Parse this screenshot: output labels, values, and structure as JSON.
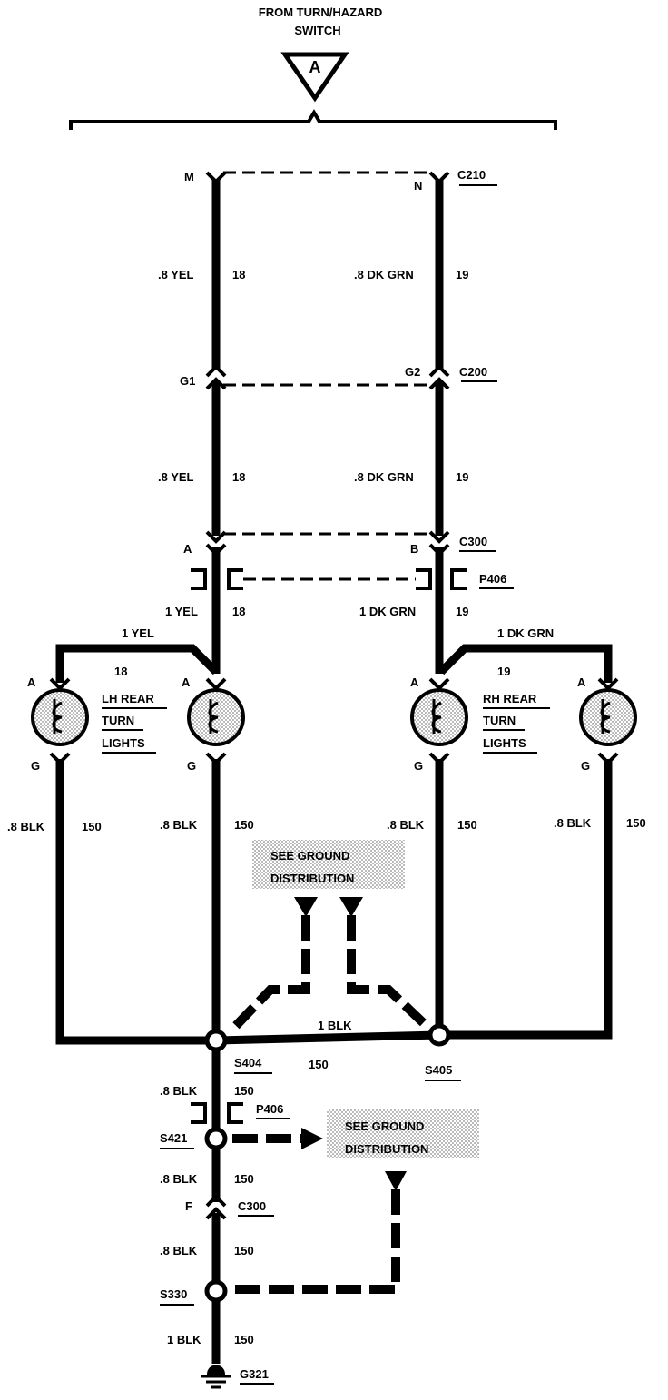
{
  "header": {
    "line1": "FROM TURN/HAZARD",
    "line2": "SWITCH",
    "triangle": "A"
  },
  "connectors": {
    "m": "M",
    "n": "N",
    "c210": "C210",
    "g1": "G1",
    "g2": "G2",
    "c200": "C200",
    "a": "A",
    "b": "B",
    "c300_top": "C300",
    "p406_top": "P406"
  },
  "wires": {
    "yel_a": ".8 YEL",
    "yel_a_num": "18",
    "grn_a": ".8 DK GRN",
    "grn_a_num": "19",
    "yel_b": ".8 YEL",
    "yel_b_num": "18",
    "grn_b": ".8 DK GRN",
    "grn_b_num": "19",
    "yel_c": "1 YEL",
    "yel_c_num": "18",
    "grn_c": "1 DK GRN",
    "grn_c_num": "19",
    "yel_branch": "1 YEL",
    "yel_branch_num": "18",
    "grn_branch": "1 DK GRN",
    "grn_branch_num": "19",
    "blk1": ".8 BLK",
    "blk1_num": "150",
    "blk2": ".8 BLK",
    "blk2_num": "150",
    "blk3": ".8 BLK",
    "blk3_num": "150",
    "blk4": ".8 BLK",
    "blk4_num": "150",
    "blk_mid": "1 BLK",
    "s404_num": "150",
    "blk5": ".8 BLK",
    "blk5_num": "150",
    "blk6": ".8 BLK",
    "blk6_num": "150",
    "blk7": ".8 BLK",
    "blk7_num": "150",
    "blk8": "1 BLK",
    "blk8_num": "150"
  },
  "lamps": {
    "pin_a": "A",
    "pin_g": "G",
    "lh_line1": "LH REAR",
    "lh_line2": "TURN",
    "lh_line3": "LIGHTS",
    "rh_line1": "RH REAR",
    "rh_line2": "TURN",
    "rh_line3": "LIGHTS"
  },
  "splices": {
    "s404": "S404",
    "s405": "S405",
    "p406_low": "P406",
    "s421": "S421",
    "f": "F",
    "c300_low": "C300",
    "s330": "S330",
    "g321": "G321"
  },
  "ground_box_1": {
    "line1": "SEE GROUND",
    "line2": "DISTRIBUTION"
  },
  "ground_box_2": {
    "line1": "SEE GROUND",
    "line2": "DISTRIBUTION"
  }
}
